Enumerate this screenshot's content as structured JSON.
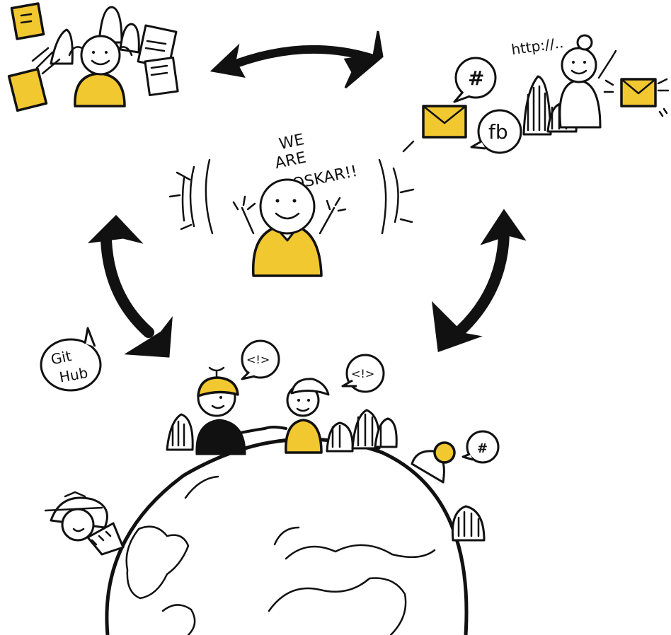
{
  "shout_line1": "WE",
  "shout_line2": "ARE",
  "shout_line3": "OSKAR!!",
  "url_text": "http://..",
  "hash_symbol": "#",
  "fb_text": "fb",
  "git_line1": "Git",
  "git_line2": "Hub",
  "code_bubble_left": "<!>",
  "code_bubble_right": "<!>",
  "small_bubble_hash": "#",
  "colors": {
    "accent_yellow": "#f2c830",
    "ink": "#111111",
    "paper": "#ffffff"
  },
  "icons": [
    "swap-arrow-icon",
    "envelope-icon",
    "speech-bubble-icon",
    "globe-icon"
  ]
}
